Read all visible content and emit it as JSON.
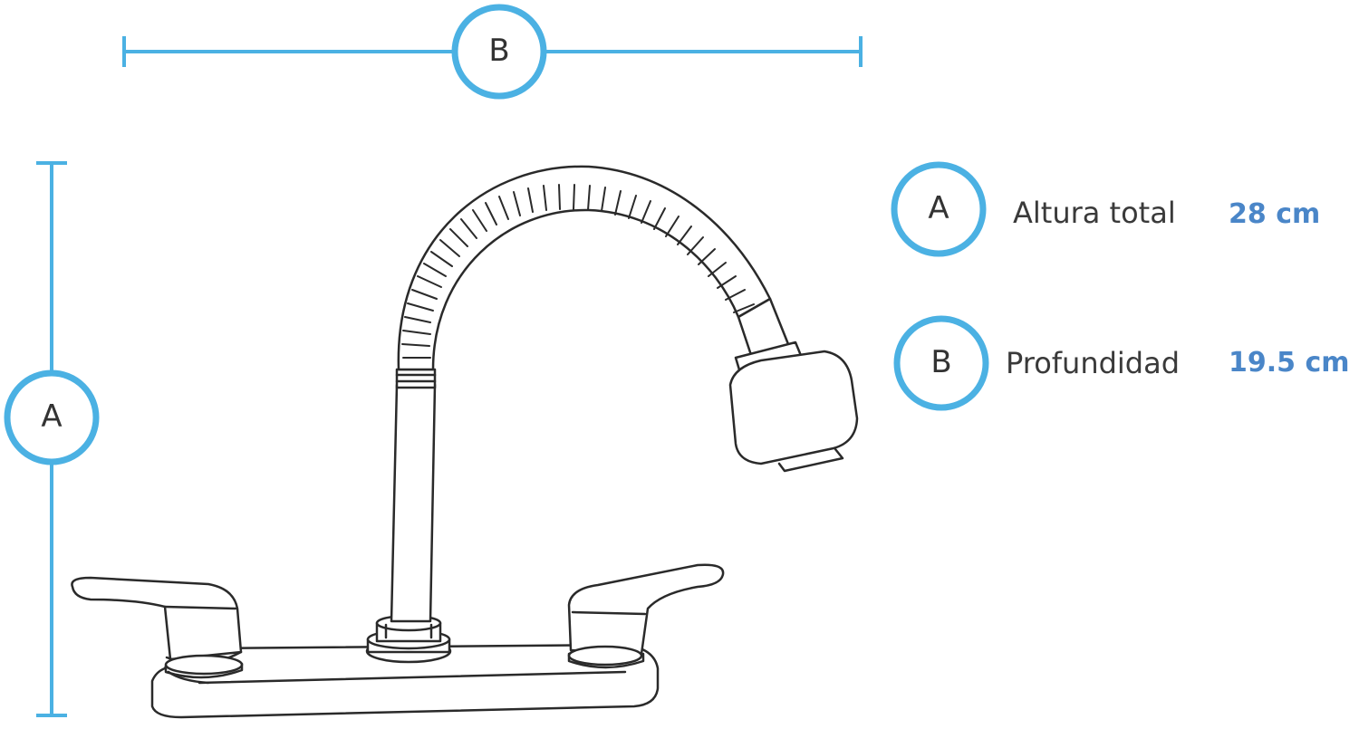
{
  "colors": {
    "accent": "#4bb1e3",
    "value": "#4a86c8",
    "line_art": "#2a2a2a"
  },
  "dimensions": {
    "A": {
      "letter": "A"
    },
    "B": {
      "letter": "B"
    }
  },
  "specs": [
    {
      "letter": "A",
      "label": "Altura total",
      "value": "28 cm"
    },
    {
      "letter": "B",
      "label": "Profundidad",
      "value": "19.5 cm"
    }
  ]
}
